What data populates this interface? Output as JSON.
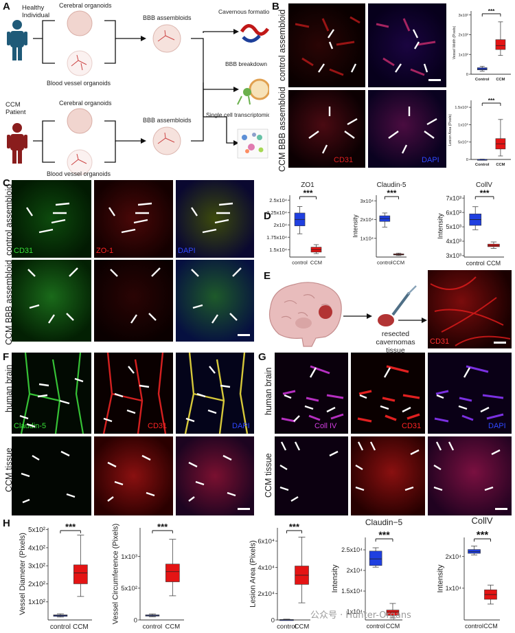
{
  "panels": {
    "A": "A",
    "B": "B",
    "C": "C",
    "D": "D",
    "E": "E",
    "F": "F",
    "G": "G",
    "H": "H"
  },
  "panelA": {
    "healthy_line1": "Healthy",
    "healthy_line2": "Individual",
    "ccm_line1": "CCM",
    "ccm_line2": "Patient",
    "cerebral_top": "Cerebral organoids",
    "blood_top": "Blood vessel organoids",
    "bbb_top": "BBB assembloids",
    "cerebral_bottom": "Cerebral organoids",
    "blood_bottom": "Blood vessel organoids",
    "bbb_bottom": "BBB assembloids",
    "out1": "Cavernous formation",
    "out2": "BBB breakdown",
    "out3": "Single cell transcriptomics"
  },
  "panelB": {
    "row1": "control assembloid",
    "row2": "CCM BBB assembloid",
    "ch1": "CD31",
    "ch2": "DAPI"
  },
  "panelC": {
    "row1": "control assembloid",
    "row2": "CCM BBB assembloid",
    "ch1": "CD31",
    "ch2": "ZO-1",
    "ch3": "DAPI"
  },
  "panelE": {
    "caption_l1": "resected",
    "caption_l2": "cavernomas",
    "caption_l3": "tissue",
    "ch1": "CD31"
  },
  "panelF": {
    "row1": "human brain",
    "row2": "CCM tissue",
    "ch1": "Claudin-5",
    "ch2": "CD31",
    "ch3": "DAPI"
  },
  "panelG": {
    "row1": "human brain",
    "row2": "CCM tissue",
    "ch1": "Coll IV",
    "ch2": "CD31",
    "ch3": "DAPI"
  },
  "colors": {
    "control": "#1f3fe0",
    "ccm": "#e41414",
    "sig": "#111111"
  },
  "watermark": "公众号 · Hunter-Organs",
  "chart_data": [
    {
      "id": "B1",
      "type": "box",
      "ylabel": "Vessel Width (Pixels)",
      "categories": [
        "Control",
        "CCM"
      ],
      "yticks": [
        {
          "v": 0,
          "t": "0"
        },
        {
          "v": 100,
          "t": "1x10²"
        },
        {
          "v": 200,
          "t": "2x10²"
        },
        {
          "v": 300,
          "t": "3x10²"
        }
      ],
      "ylim": [
        0,
        320
      ],
      "sig": "***",
      "boxes": [
        {
          "min": 16,
          "q1": 22,
          "med": 27,
          "q3": 33,
          "max": 40
        },
        {
          "min": 95,
          "q1": 125,
          "med": 145,
          "q3": 175,
          "max": 265
        }
      ]
    },
    {
      "id": "B2",
      "type": "box",
      "ylabel": "Lesion Area (Pixels)",
      "categories": [
        "Control",
        "CCM"
      ],
      "yticks": [
        {
          "v": 0,
          "t": "0"
        },
        {
          "v": 50000,
          "t": "5x10⁴"
        },
        {
          "v": 100000,
          "t": "1x10⁵"
        },
        {
          "v": 150000,
          "t": "1.5x10⁵"
        }
      ],
      "ylim": [
        0,
        170000
      ],
      "sig": "***",
      "boxes": [
        {
          "min": 0,
          "q1": 0,
          "med": 200,
          "q3": 500,
          "max": 900
        },
        {
          "min": 10000,
          "q1": 30000,
          "med": 45000,
          "q3": 60000,
          "max": 115000
        }
      ]
    },
    {
      "id": "D1",
      "type": "box",
      "title": "ZO1",
      "ylabel": "Intensity",
      "categories": [
        "control",
        "CCM"
      ],
      "yticks": [
        {
          "v": 150000,
          "t": "1.5x10⁴"
        },
        {
          "v": 175000,
          "t": "1.75x10⁴"
        },
        {
          "v": 200000,
          "t": "2x10⁴"
        },
        {
          "v": 225000,
          "t": "2.25x10⁴"
        },
        {
          "v": 250000,
          "t": "2.5x10⁴"
        }
      ],
      "ylim": [
        135000,
        260000
      ],
      "sig": "***",
      "boxes": [
        {
          "min": 182000,
          "q1": 198000,
          "med": 211000,
          "q3": 224000,
          "max": 237000
        },
        {
          "min": 142000,
          "q1": 145000,
          "med": 150000,
          "q3": 155000,
          "max": 160000
        }
      ]
    },
    {
      "id": "D2",
      "type": "box",
      "title": "Claudin-5",
      "ylabel": "Intensity",
      "categories": [
        "control",
        "CCM"
      ],
      "yticks": [
        {
          "v": 10000,
          "t": "1x10⁴"
        },
        {
          "v": 20000,
          "t": "2x10⁴"
        },
        {
          "v": 30000,
          "t": "3x10⁴"
        }
      ],
      "ylim": [
        0,
        33000
      ],
      "sig": "***",
      "boxes": [
        {
          "min": 16000,
          "q1": 19000,
          "med": 20500,
          "q3": 22000,
          "max": 23500
        },
        {
          "min": 800,
          "q1": 1100,
          "med": 1400,
          "q3": 1700,
          "max": 2100
        }
      ]
    },
    {
      "id": "D3",
      "type": "box",
      "title": "CollV",
      "ylabel": "Intensity",
      "categories": [
        "control",
        "CCM"
      ],
      "yticks": [
        {
          "v": 3000,
          "t": "3x10³"
        },
        {
          "v": 4000,
          "t": "4x10³"
        },
        {
          "v": 5000,
          "t": "5x10³"
        },
        {
          "v": 6000,
          "t": "6x10³"
        },
        {
          "v": 7000,
          "t": "7x10³"
        }
      ],
      "ylim": [
        2900,
        7200
      ],
      "sig": "***",
      "boxes": [
        {
          "min": 4800,
          "q1": 5100,
          "med": 5500,
          "q3": 5900,
          "max": 6400
        },
        {
          "min": 3500,
          "q1": 3620,
          "med": 3700,
          "q3": 3800,
          "max": 3950
        }
      ]
    },
    {
      "id": "H1",
      "type": "box",
      "ylabel": "Vessel Diameter (Pixels)",
      "categories": [
        "control",
        "CCM"
      ],
      "yticks": [
        {
          "v": 100,
          "t": "1x10²"
        },
        {
          "v": 200,
          "t": "2x10²"
        },
        {
          "v": 300,
          "t": "3x10²"
        },
        {
          "v": 400,
          "t": "4x10²"
        },
        {
          "v": 500,
          "t": "5x10²"
        }
      ],
      "ylim": [
        0,
        510
      ],
      "sig": "***",
      "boxes": [
        {
          "min": 16,
          "q1": 20,
          "med": 24,
          "q3": 28,
          "max": 34
        },
        {
          "min": 130,
          "q1": 200,
          "med": 260,
          "q3": 305,
          "max": 470
        }
      ]
    },
    {
      "id": "H2",
      "type": "box",
      "ylabel": "Vessel Circumference (Pixels)",
      "categories": [
        "control",
        "CCM"
      ],
      "yticks": [
        {
          "v": 0,
          "t": "0"
        },
        {
          "v": 500,
          "t": "5x10²"
        },
        {
          "v": 1000,
          "t": "1x10³"
        }
      ],
      "ylim": [
        0,
        1450
      ],
      "sig": "***",
      "boxes": [
        {
          "min": 50,
          "q1": 60,
          "med": 70,
          "q3": 80,
          "max": 95
        },
        {
          "min": 380,
          "q1": 600,
          "med": 760,
          "q3": 880,
          "max": 1270
        }
      ]
    },
    {
      "id": "H3",
      "type": "box",
      "ylabel": "Lesion Area (Pixels)",
      "categories": [
        "control",
        "CCM"
      ],
      "yticks": [
        {
          "v": 0,
          "t": "0"
        },
        {
          "v": 20000,
          "t": "2x10⁴"
        },
        {
          "v": 40000,
          "t": "4x10⁴"
        },
        {
          "v": 60000,
          "t": "6x10⁴"
        }
      ],
      "ylim": [
        0,
        70000
      ],
      "sig": "***",
      "boxes": [
        {
          "min": 0,
          "q1": 0,
          "med": 100,
          "q3": 300,
          "max": 600
        },
        {
          "min": 13000,
          "q1": 27000,
          "med": 34000,
          "q3": 41000,
          "max": 63000
        }
      ]
    },
    {
      "id": "H4",
      "type": "box",
      "title": "Claudin−5",
      "ylabel": "Intensity",
      "categories": [
        "control",
        "CCM"
      ],
      "yticks": [
        {
          "v": 10000,
          "t": "1x10⁴"
        },
        {
          "v": 15000,
          "t": "1.5x10⁴"
        },
        {
          "v": 20000,
          "t": "2x10⁴"
        },
        {
          "v": 25000,
          "t": "2.5x10⁴"
        }
      ],
      "ylim": [
        8000,
        28000
      ],
      "sig": "***",
      "boxes": [
        {
          "min": 20800,
          "q1": 21200,
          "med": 22800,
          "q3": 24700,
          "max": 25500
        },
        {
          "min": 8500,
          "q1": 9100,
          "med": 9900,
          "q3": 10400,
          "max": 12000
        }
      ]
    },
    {
      "id": "H5",
      "type": "box",
      "title": "CollV",
      "ylabel": "Intensity",
      "categories": [
        "control",
        "CCM"
      ],
      "yticks": [
        {
          "v": 10000,
          "t": "1x10⁴"
        },
        {
          "v": 20000,
          "t": "2x10⁴"
        }
      ],
      "ylim": [
        0,
        26000
      ],
      "sig": "***",
      "boxes": [
        {
          "min": 20500,
          "q1": 21000,
          "med": 21500,
          "q3": 22200,
          "max": 23300
        },
        {
          "min": 5000,
          "q1": 6500,
          "med": 8000,
          "q3": 9500,
          "max": 11000
        }
      ]
    }
  ]
}
